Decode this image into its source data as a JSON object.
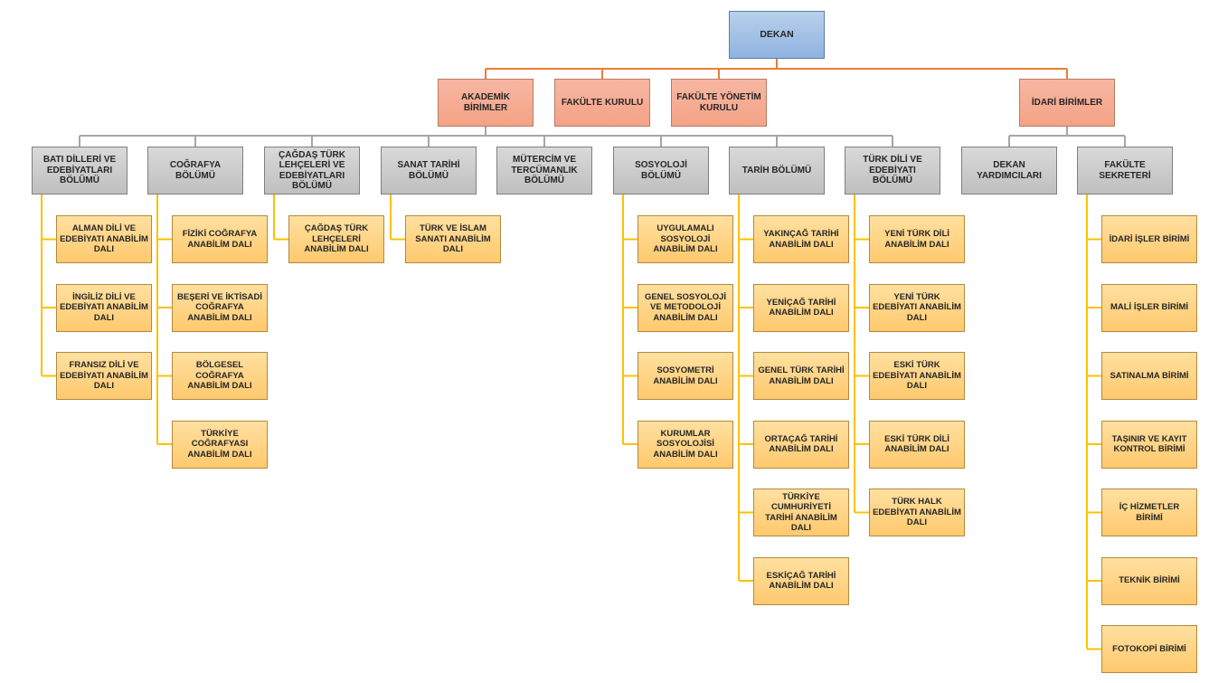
{
  "dean": "DEKAN",
  "level1": {
    "akademik": "AKADEMİK BİRİMLER",
    "kurul": "FAKÜLTE KURULU",
    "yonetim": "FAKÜLTE YÖNETİM KURULU",
    "idari": "İDARİ BİRİMLER"
  },
  "departments": [
    {
      "name": "BATI DİLLERİ VE EDEBİYATLARI BÖLÜMÜ",
      "units": [
        "ALMAN DİLİ VE EDEBİYATI ANABİLİM DALI",
        "İNGİLİZ DİLİ VE EDEBİYATI ANABİLİM DALI",
        "FRANSIZ DİLİ VE EDEBİYATI ANABİLİM DALI"
      ]
    },
    {
      "name": "COĞRAFYA BÖLÜMÜ",
      "units": [
        "FİZİKİ COĞRAFYA ANABİLİM DALI",
        "BEŞERİ VE İKTİSADİ COĞRAFYA ANABİLİM DALI",
        "BÖLGESEL COĞRAFYA ANABİLİM DALI",
        "TÜRKİYE COĞRAFYASI ANABİLİM DALI"
      ]
    },
    {
      "name": "ÇAĞDAŞ TÜRK LEHÇELERİ VE EDEBİYATLARI BÖLÜMÜ",
      "units": [
        "ÇAĞDAŞ TÜRK LEHÇELERİ ANABİLİM DALI"
      ]
    },
    {
      "name": "SANAT TARİHİ BÖLÜMÜ",
      "units": [
        "TÜRK VE İSLAM SANATI ANABİLİM DALI"
      ]
    },
    {
      "name": "MÜTERCİM VE TERCÜMANLIK BÖLÜMÜ",
      "units": []
    },
    {
      "name": "SOSYOLOJİ BÖLÜMÜ",
      "units": [
        "UYGULAMALI SOSYOLOJİ ANABİLİM DALI",
        "GENEL SOSYOLOJİ VE METODOLOJİ ANABİLİM DALI",
        "SOSYOMETRİ ANABİLİM DALI",
        "KURUMLAR SOSYOLOJİSİ ANABİLİM DALI"
      ]
    },
    {
      "name": "TARİH BÖLÜMÜ",
      "units": [
        "YAKINÇAĞ TARİHİ ANABİLİM DALI",
        "YENİÇAĞ TARİHİ ANABİLİM DALI",
        "GENEL TÜRK TARİHİ ANABİLİM DALI",
        "ORTAÇAĞ TARİHİ ANABİLİM DALI",
        "TÜRKİYE CUMHURİYETİ TARİHİ ANABİLİM DALI",
        "ESKİÇAĞ TARİHİ ANABİLİM DALI"
      ]
    },
    {
      "name": "TÜRK DİLİ VE EDEBİYATI BÖLÜMÜ",
      "units": [
        "YENİ TÜRK DİLİ ANABİLİM DALI",
        "YENİ TÜRK EDEBİYATI ANABİLİM DALI",
        "ESKİ TÜRK EDEBİYATI ANABİLİM DALI",
        "ESKİ TÜRK DİLİ ANABİLİM DALI",
        "TÜRK HALK EDEBİYATI ANABİLİM DALI"
      ]
    }
  ],
  "admin": [
    {
      "name": "DEKAN YARDIMCILARI",
      "units": []
    },
    {
      "name": "FAKÜLTE SEKRETERİ",
      "units": [
        "İDARİ İŞLER BİRİMİ",
        "MALİ İŞLER BİRİMİ",
        "SATINALMA BİRİMİ",
        "TAŞINIR VE KAYIT KONTROL BİRİMİ",
        "İÇ HİZMETLER BİRİMİ",
        "TEKNİK BİRİMİ",
        "FOTOKOPİ BİRİMİ"
      ]
    }
  ],
  "colors": {
    "orange_line": "#ed7d31",
    "gray_line": "#a6a6a6",
    "yellow_line": "#ffc000"
  }
}
